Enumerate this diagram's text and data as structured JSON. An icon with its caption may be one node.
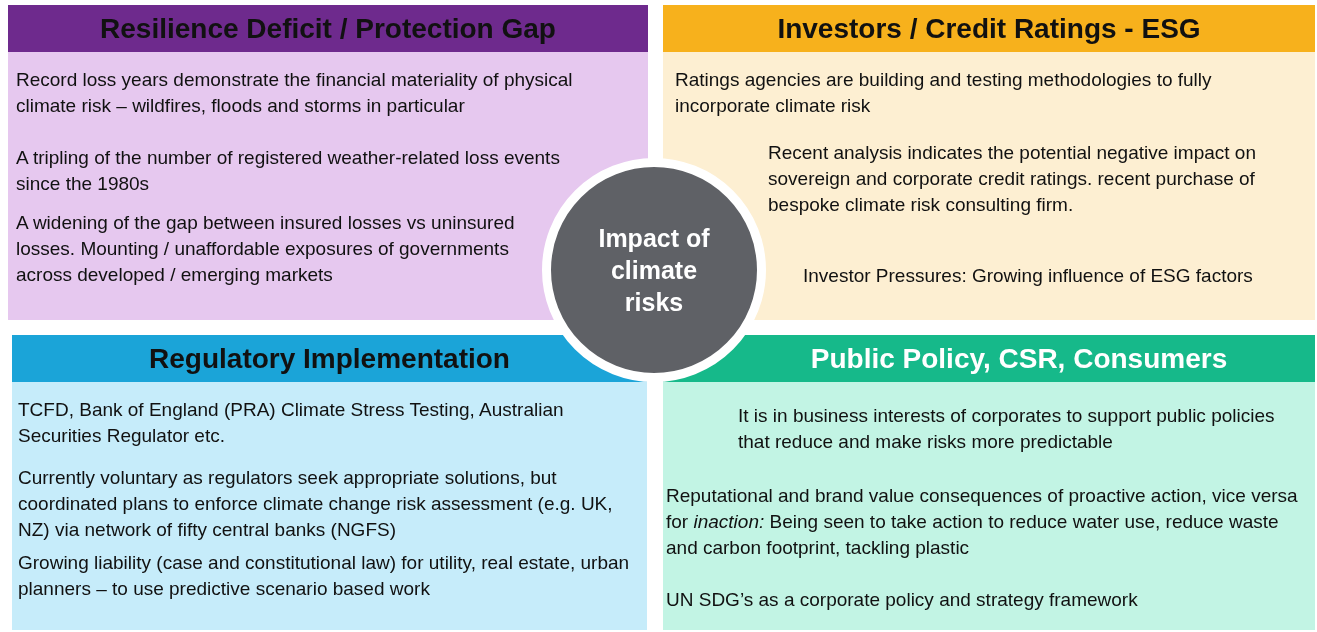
{
  "diagram": {
    "nodes": [
      {
        "text": [
          "Resilience Deficit / Protection Gap",
          "Record loss years demonstrate the financial materiality of physical climate risk – wildfires, floods and storms in particular",
          "A tripling of the number of registered weather-related loss events since the 1980s",
          "A widening of the gap between insured losses vs uninsured losses. Mounting / unaffordable exposures of governments across developed / emerging markets"
        ]
      },
      {
        "text": [
          "Investors / Credit Ratings - ESG",
          "Ratings agencies are building and testing methodologies to fully incorporate climate risk",
          "Recent analysis indicates the potential negative impact on sovereign and corporate credit ratings. recent purchase of bespoke climate risk consulting firm.",
          "Investor Pressures: Growing influence of ESG factors"
        ]
      },
      {
        "text": [
          "Impact of climate risks"
        ]
      },
      {
        "text": [
          "Regulatory Implementation",
          "TCFD, Bank of England (PRA) Climate Stress Testing, Australian Securities Regulator etc.",
          "Currently voluntary as regulators seek appropriate solutions, but coordinated plans to enforce climate change risk assessment (e.g. UK, NZ) via network of fifty central banks (NGFS)",
          "Growing liability (case and constitutional law) for utility, real estate, urban planners – to use predictive scenario based work"
        ]
      },
      {
        "text": [
          "Public Policy, CSR, Consumers",
          "It is in business interests of corporates to support public policies that reduce and make risks more predictable",
          "Reputational and brand value consequences of proactive action, vice versa for *inaction:* Being seen to take action to reduce water use, reduce waste and carbon footprint, tackling plastic",
          "UN SDG’s as a corporate policy and strategy framework"
        ]
      }
    ]
  }
}
